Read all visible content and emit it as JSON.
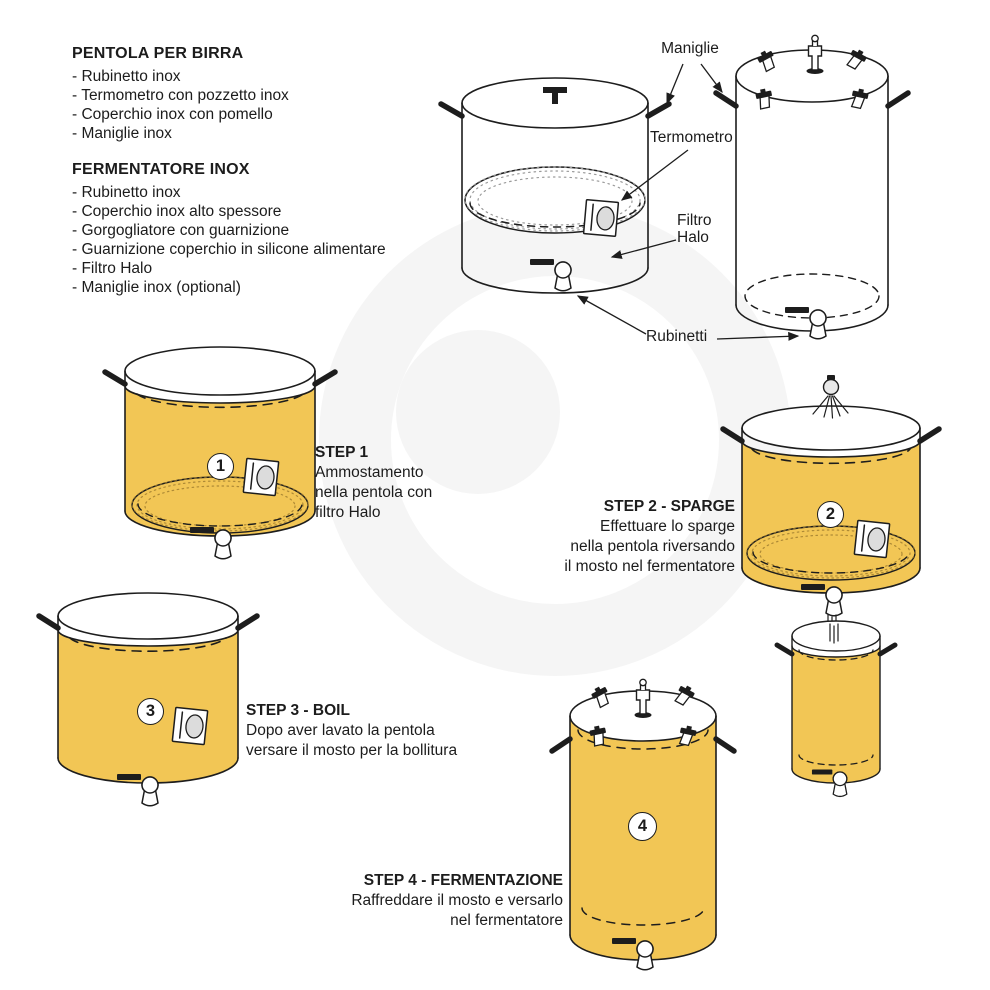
{
  "parts_lists": [
    {
      "title": "PENTOLA PER BIRRA",
      "items": [
        "- Rubinetto inox",
        "- Termometro con pozzetto inox",
        "- Coperchio inox con pomello",
        "- Maniglie inox"
      ]
    },
    {
      "title": "FERMENTATORE INOX",
      "items": [
        "- Rubinetto inox",
        "- Coperchio inox alto spessore",
        "- Gorgogliatore con guarnizione",
        "- Guarnizione coperchio in silicone alimentare",
        "- Filtro Halo",
        "- Maniglie inox (optional)"
      ]
    }
  ],
  "diagram_labels": {
    "maniglie": "Maniglie",
    "termometro": "Termometro",
    "filtro_line1": "Filtro",
    "filtro_line2": "Halo",
    "rubinetti": "Rubinetti"
  },
  "steps": [
    {
      "number": "1",
      "title": "STEP 1",
      "lines": [
        "Ammostamento",
        "nella pentola con",
        "filtro Halo"
      ]
    },
    {
      "number": "2",
      "title": "STEP 2 - SPARGE",
      "lines": [
        "Effettuare lo sparge",
        "nella pentola riversando",
        "il mosto nel fermentatore"
      ]
    },
    {
      "number": "3",
      "title": "STEP 3 - BOIL",
      "lines": [
        "Dopo aver lavato la pentola",
        "versare il mosto per la bollitura"
      ]
    },
    {
      "number": "4",
      "title": "STEP 4 - FERMENTAZIONE",
      "lines": [
        "Raffreddare il mosto e versarlo",
        "nel fermentatore"
      ]
    }
  ],
  "colors": {
    "wort_yellow": "#F2C655",
    "outline": "#1d1d1d",
    "watermark_gray": "#f5f5f5"
  }
}
